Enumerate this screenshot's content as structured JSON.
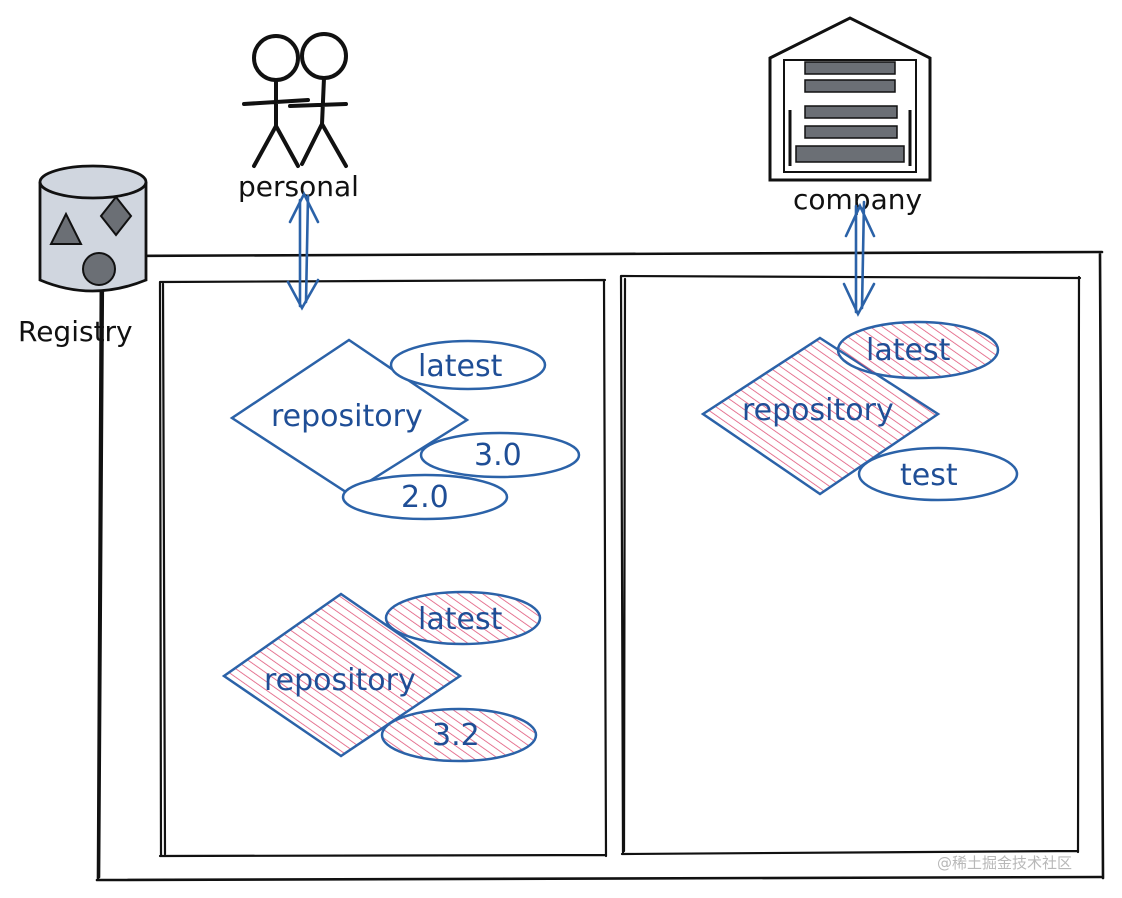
{
  "labels": {
    "registry": "Registry",
    "personal": "personal",
    "company": "company",
    "watermark": "@稀土掘金技术社区"
  },
  "repositories": {
    "personal_repo_1": {
      "name": "repository",
      "tags": [
        "latest",
        "3.0",
        "2.0"
      ]
    },
    "personal_repo_2": {
      "name": "repository",
      "tags": [
        "latest",
        "3.2"
      ]
    },
    "company_repo_1": {
      "name": "repository",
      "tags": [
        "latest",
        "test"
      ]
    }
  },
  "colors": {
    "stroke_black": "#111111",
    "stroke_blue": "#2b62a8",
    "text_blue": "#1f4e96",
    "hatch_pink": "#e0567a",
    "registry_fill": "#d0d6df",
    "warehouse_fill": "#6b6f75"
  },
  "icons": {
    "registry": "database-cylinder-icon",
    "personal": "two-people-icon",
    "company": "warehouse-icon"
  }
}
